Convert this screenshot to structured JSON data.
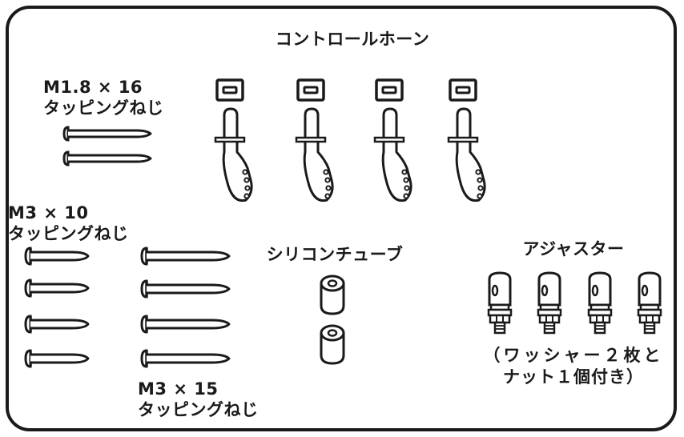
{
  "labels": {
    "control_horn": "コントロールホーン",
    "screw_m18": {
      "size": "M1.8 × 16",
      "type": "タッピングねじ"
    },
    "screw_m3_10": {
      "size": "M3 × 10",
      "type": "タッピングねじ"
    },
    "screw_m3_15": {
      "size": "M3 × 15",
      "type": "タッピングねじ"
    },
    "silicone_tube": "シリコンチューブ",
    "adjuster": "アジャスター",
    "adjuster_note": [
      "（ワッシャー２枚と",
      "ナット１個付き）"
    ]
  },
  "colors": {
    "stroke": "#1a1a1a",
    "fill": "#ffffff"
  }
}
